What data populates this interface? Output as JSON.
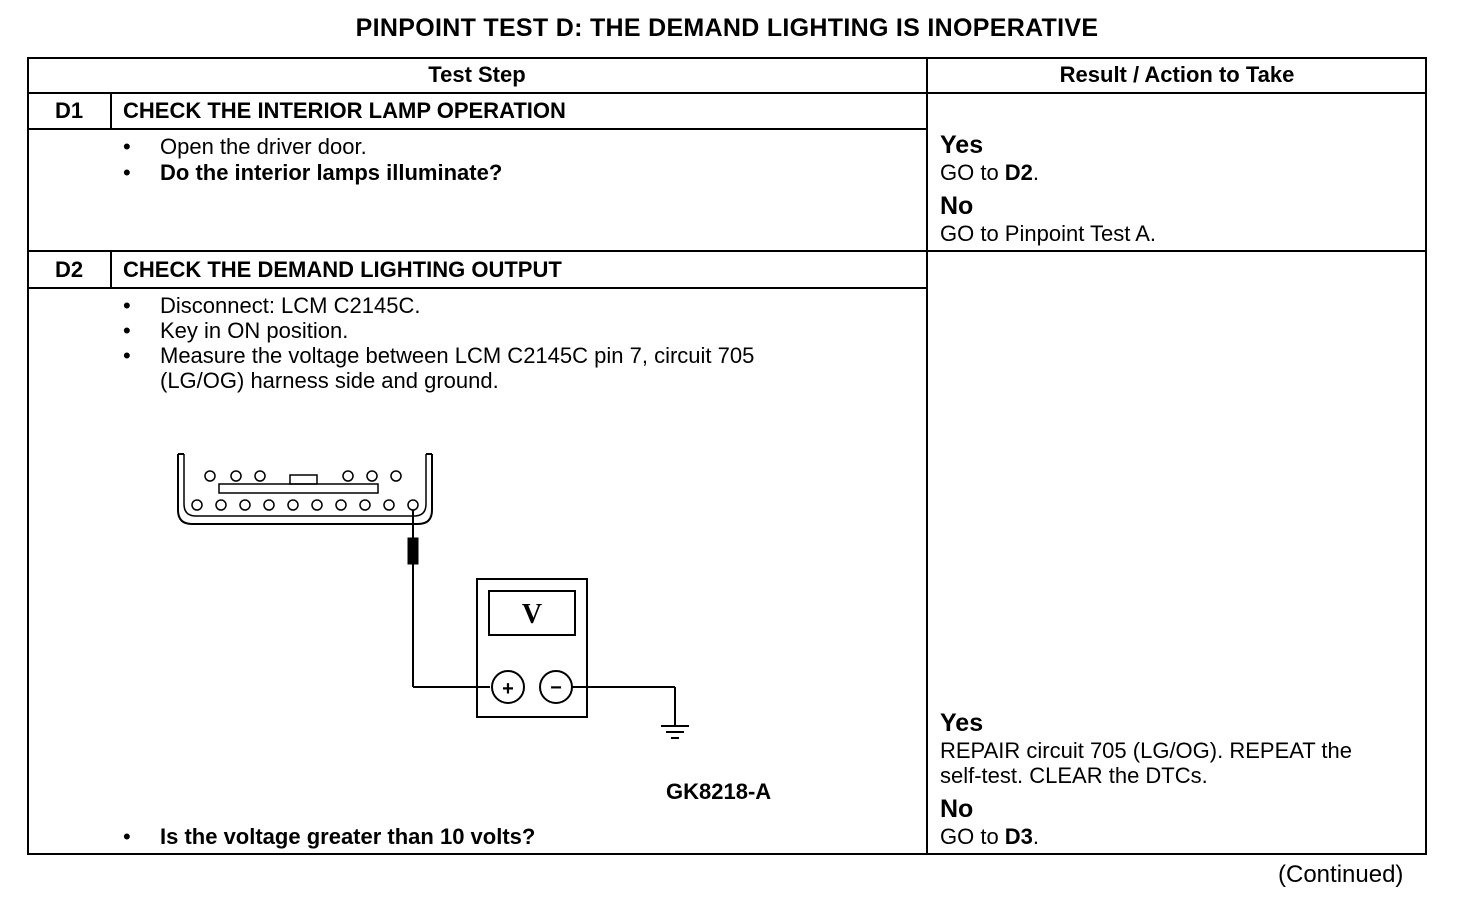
{
  "title": "PINPOINT TEST D: THE DEMAND LIGHTING IS INOPERATIVE",
  "headers": {
    "test_step": "Test Step",
    "result": "Result / Action to Take"
  },
  "d1": {
    "id": "D1",
    "heading": "CHECK THE INTERIOR LAMP OPERATION",
    "bullet_char": "•",
    "steps": [
      "Open the driver door.",
      "Do the interior lamps illuminate?"
    ],
    "yes_label": "Yes",
    "yes_pre": "GO to ",
    "yes_target": "D2",
    "yes_post": ".",
    "no_label": "No",
    "no_text": "GO to Pinpoint Test A."
  },
  "d2": {
    "id": "D2",
    "heading": "CHECK THE DEMAND LIGHTING OUTPUT",
    "bullet_char": "•",
    "steps": [
      "Disconnect: LCM C2145C.",
      "Key in ON position.",
      "Measure the voltage between LCM C2145C pin 7, circuit 705",
      "(LG/OG) harness side and ground."
    ],
    "question": "Is the voltage greater than 10 volts?",
    "figure_id": "GK8218-A",
    "meter_symbol": "V",
    "plus_symbol": "+",
    "minus_symbol": "−",
    "yes_label": "Yes",
    "yes_line1": "REPAIR circuit 705 (LG/OG). REPEAT the",
    "yes_line2": "self-test. CLEAR the DTCs.",
    "no_label": "No",
    "no_pre": "GO to ",
    "no_target": "D3",
    "no_post": "."
  },
  "continued": "(Continued)"
}
